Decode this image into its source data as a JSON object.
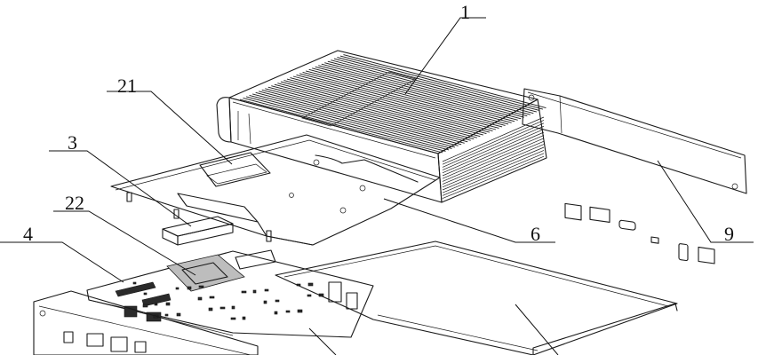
{
  "diagram": {
    "labels": [
      {
        "id": "1",
        "text": "1"
      },
      {
        "id": "21",
        "text": "21"
      },
      {
        "id": "3",
        "text": "3"
      },
      {
        "id": "22",
        "text": "22"
      },
      {
        "id": "4",
        "text": "4"
      },
      {
        "id": "6",
        "text": "6"
      },
      {
        "id": "9",
        "text": "9"
      }
    ]
  },
  "colors": {
    "line": "#1a1a1a",
    "background": "#ffffff",
    "fill_grey": "#bdbdbd",
    "fill_dark": "#2b2b2b"
  }
}
